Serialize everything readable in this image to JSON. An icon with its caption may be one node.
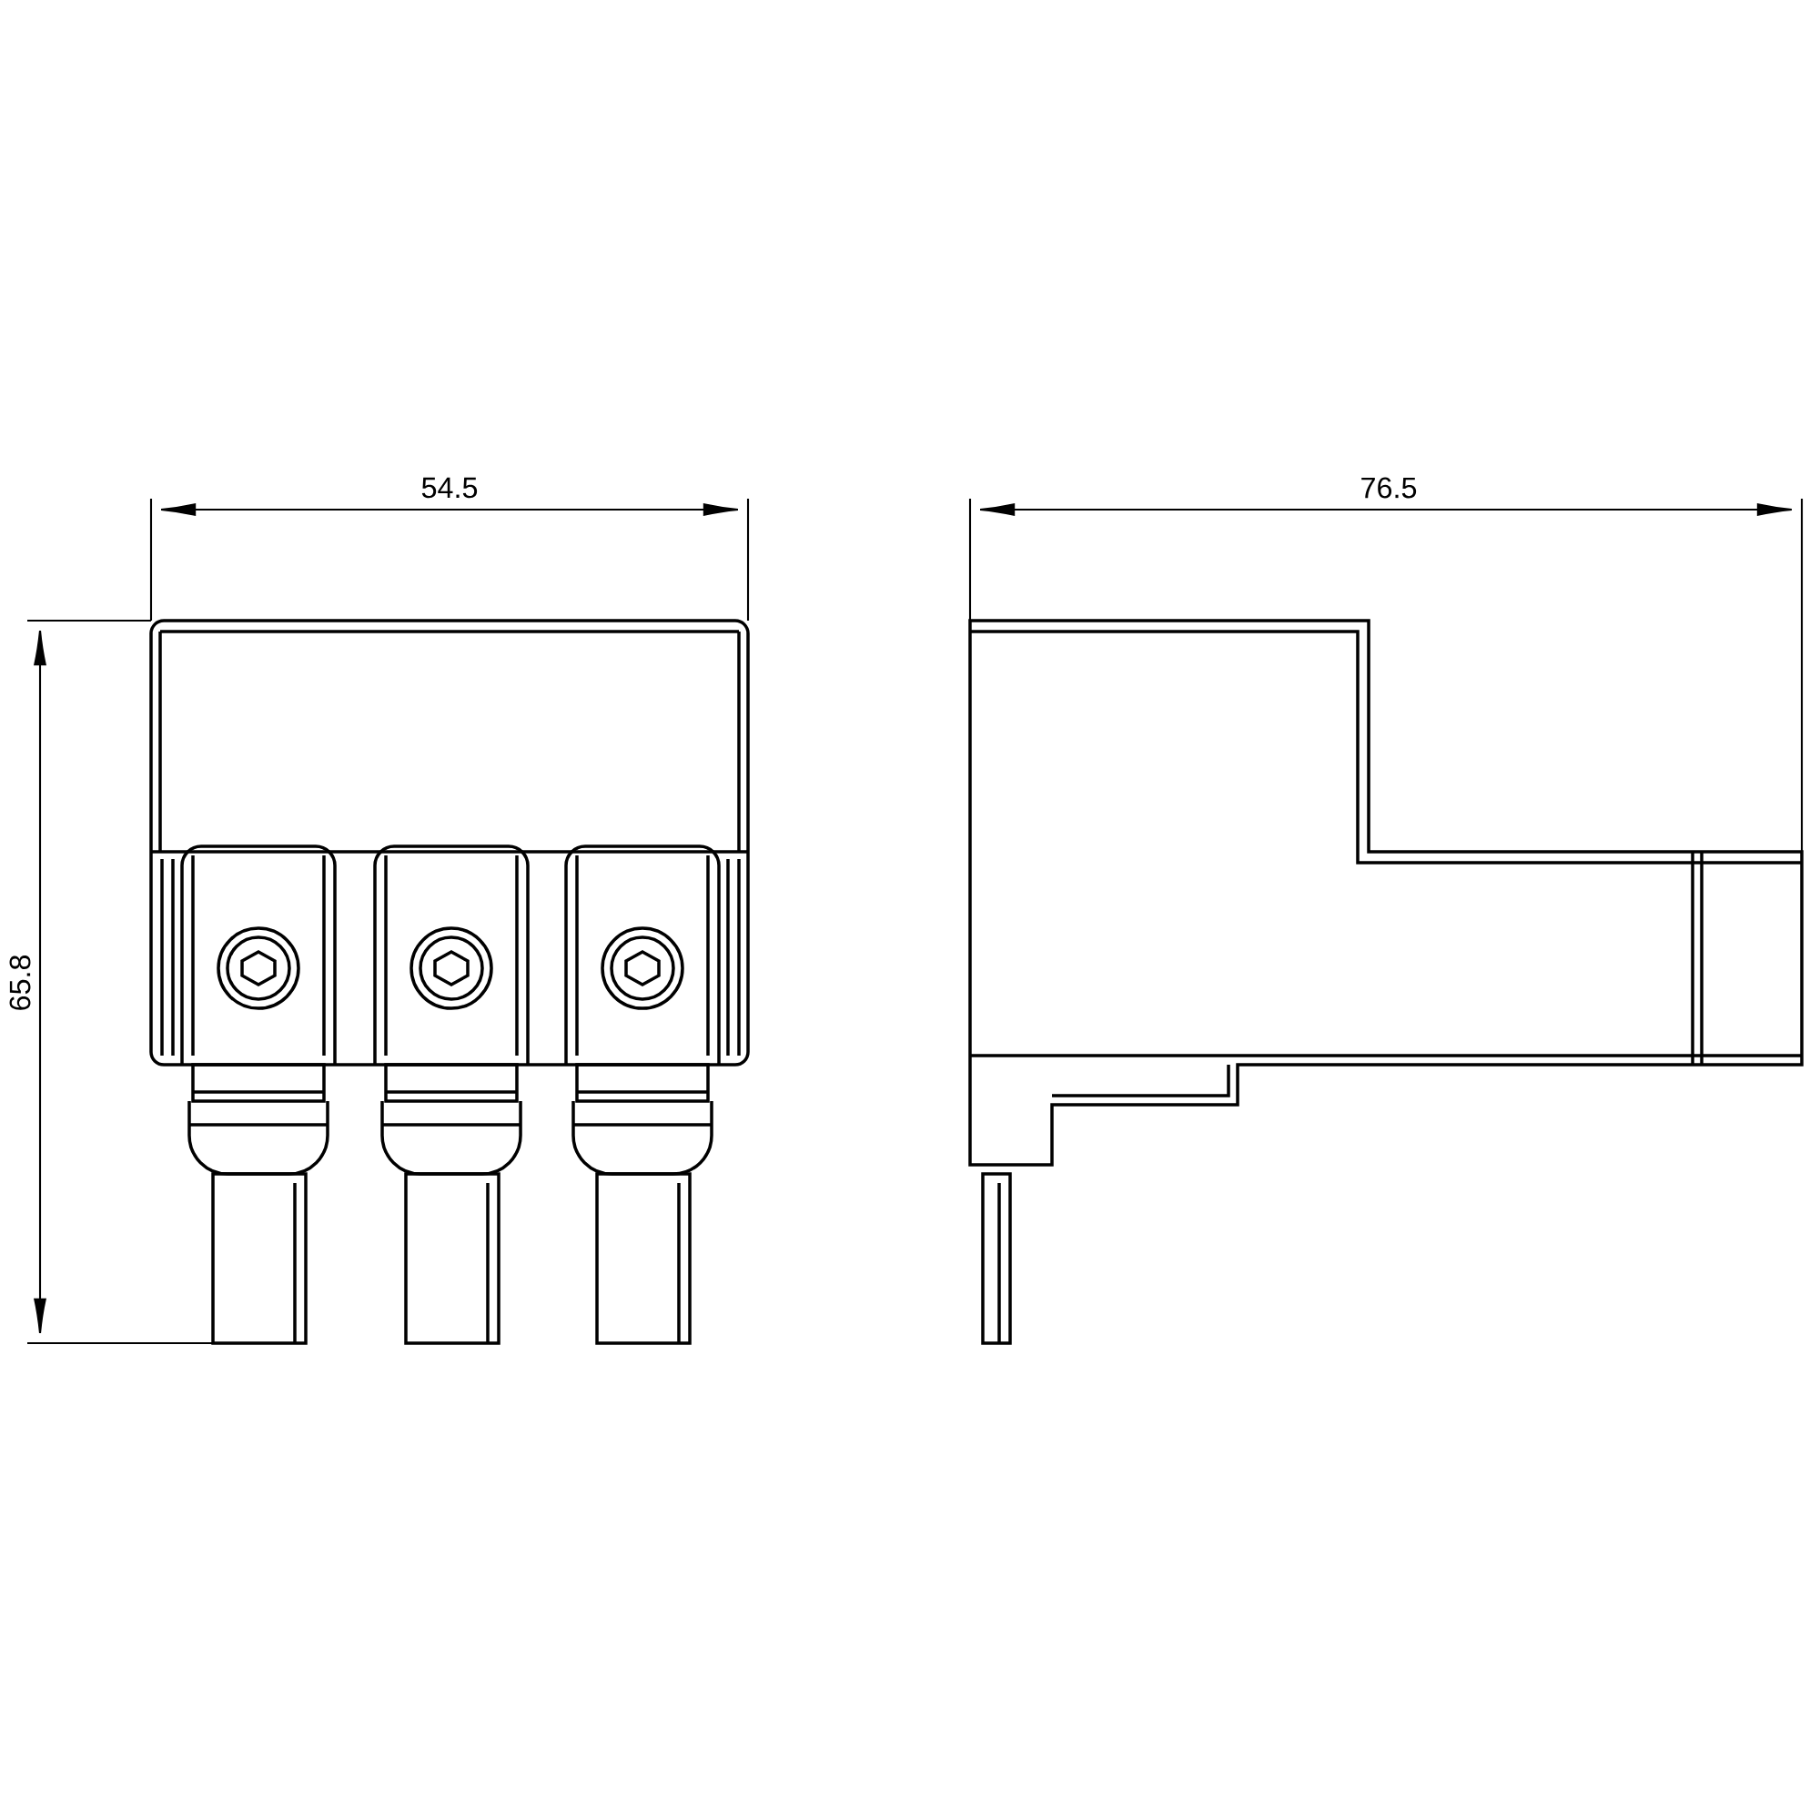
{
  "diagram": {
    "labels": [
      "54.5",
      "76.5",
      "65.8"
    ]
  }
}
